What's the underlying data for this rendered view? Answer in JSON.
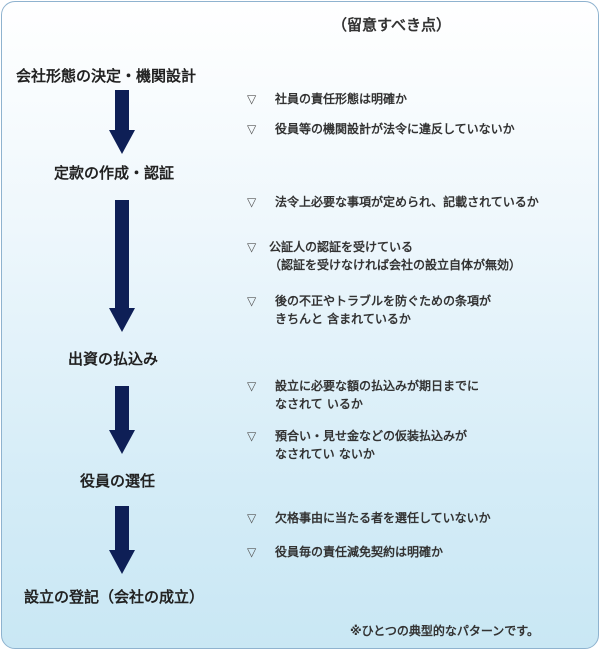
{
  "header": {
    "note_title": "（留意すべき点）"
  },
  "steps": [
    {
      "label": "会社形態の決定・機関設計"
    },
    {
      "label": "定款の作成・認証"
    },
    {
      "label": "出資の払込み"
    },
    {
      "label": "役員の選任"
    },
    {
      "label": "設立の登記（会社の成立）"
    }
  ],
  "checkpoints": [
    {
      "mark": "▽",
      "text": "社員の責任形態は明確か"
    },
    {
      "mark": "▽",
      "text": "役員等の機関設計が法令に違反していないか"
    },
    {
      "mark": "▽",
      "text": "法令上必要な事項が定められ、記載されているか"
    },
    {
      "mark": "▽",
      "text": "公証人の認証を受けている\n（認証を受けなければ会社の設立自体が無効）"
    },
    {
      "mark": "▽",
      "text": "後の不正やトラブルを防ぐための条項が\nきちんと 含まれているか"
    },
    {
      "mark": "▽",
      "text": "設立に必要な額の払込みが期日までに\nなされて いるか"
    },
    {
      "mark": "▽",
      "text": "預合い・見せ金などの仮装払込みが\nなされてい ないか"
    },
    {
      "mark": "▽",
      "text": "欠格事由に当たる者を選任していないか"
    },
    {
      "mark": "▽",
      "text": "役員毎の責任減免契約は明確か"
    }
  ],
  "footnote": "※ひとつの典型的なパターンです。"
}
